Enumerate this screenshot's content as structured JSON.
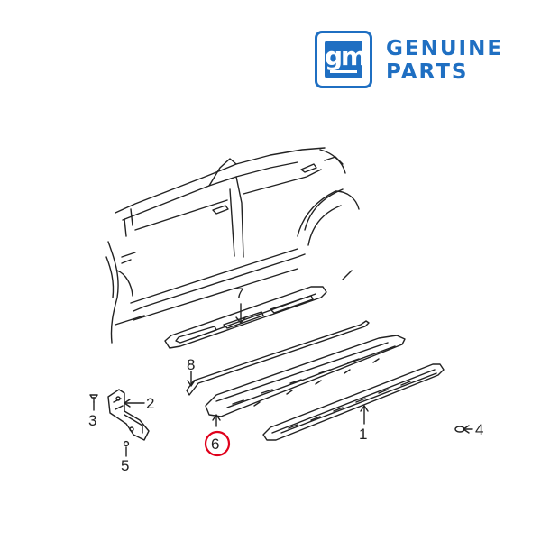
{
  "logo": {
    "mark": "gm",
    "line1": "GENUINE",
    "line2": "PARTS",
    "brand_color": "#1f6fc2"
  },
  "diagram": {
    "callouts": [
      {
        "id": "1",
        "label": "1"
      },
      {
        "id": "2",
        "label": "2"
      },
      {
        "id": "3",
        "label": "3"
      },
      {
        "id": "4",
        "label": "4"
      },
      {
        "id": "5",
        "label": "5"
      },
      {
        "id": "6",
        "label": "6",
        "highlighted": true
      },
      {
        "id": "7",
        "label": "7"
      },
      {
        "id": "8",
        "label": "8"
      }
    ],
    "highlight_color": "#e0001b",
    "line_color": "#222222"
  }
}
